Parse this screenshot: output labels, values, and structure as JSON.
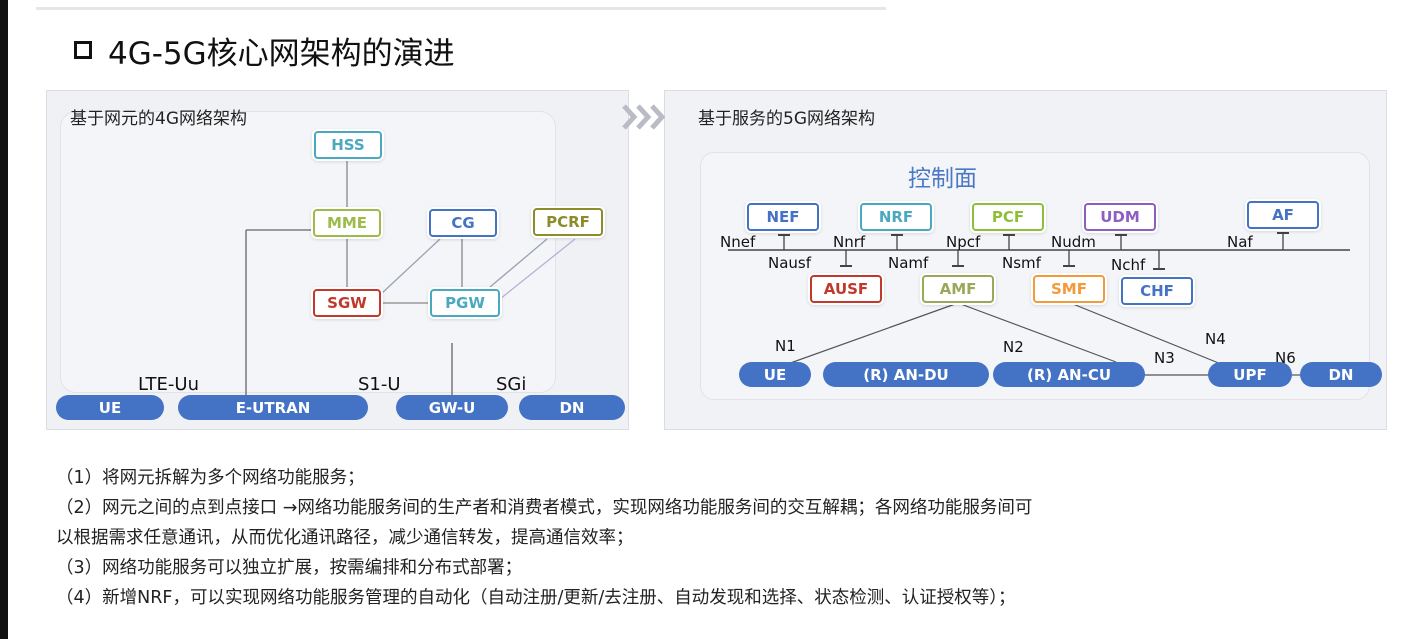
{
  "slide": {
    "title": "4G-5G核心网架构的演进"
  },
  "left_panel": {
    "title": "基于网元的4G网络架构",
    "nodes": {
      "hss": "HSS",
      "mme": "MME",
      "cg": "CG",
      "pcrf": "PCRF",
      "sgw": "SGW",
      "pgw": "PGW"
    },
    "bus": {
      "ue": "UE",
      "eutran": "E-UTRAN",
      "gwu": "GW-U",
      "dn": "DN"
    },
    "interfaces": {
      "lte_uu": "LTE-Uu",
      "s1_u": "S1-U",
      "sgi": "SGi"
    }
  },
  "right_panel": {
    "title": "基于服务的5G网络架构",
    "control_plane": "控制面",
    "nodes": {
      "nef": "NEF",
      "nrf": "NRF",
      "pcf": "PCF",
      "udm": "UDM",
      "af": "AF",
      "ausf": "AUSF",
      "amf": "AMF",
      "smf": "SMF",
      "chf": "CHF"
    },
    "service_interfaces": {
      "nnef": "Nnef",
      "nnrf": "Nnrf",
      "npcf": "Npcf",
      "nudm": "Nudm",
      "naf": "Naf",
      "nausf": "Nausf",
      "namf": "Namf",
      "nsmf": "Nsmf",
      "nchf": "Nchf"
    },
    "bus": {
      "ue": "UE",
      "an_du": "(R)  AN-DU",
      "an_cu": "(R)  AN-CU",
      "upf": "UPF",
      "dn": "DN"
    },
    "ref_points": {
      "n1": "N1",
      "n2": "N2",
      "n3": "N3",
      "n4": "N4",
      "n6": "N6"
    }
  },
  "notes": [
    "（1）将网元拆解为多个网络功能服务；",
    "（2）网元之间的点到点接口 →网络功能服务间的生产者和消费者模式，实现网络功能服务间的交互解耦；各网络功能服务间可",
    "以根据需求任意通讯，从而优化通讯路径，减少通信转发，提高通信效率；",
    "（3）网络功能服务可以独立扩展，按需编排和分布式部署；",
    "（4）新增NRF，可以实现网络功能服务管理的自动化（自动注册/更新/去注册、自动发现和选择、状态检测、认证授权等）；"
  ],
  "colors": {
    "bus_blue": "#4472c4",
    "hss": "#4aa8c0",
    "mme": "#9cbb4a",
    "cg": "#4472c4",
    "pcrf": "#8c8c2a",
    "sgw": "#c0392b",
    "pgw": "#4aa8c0",
    "nef": "#4472c4",
    "nrf": "#4aa8c0",
    "pcf": "#8fbf3a",
    "udm": "#8e5ec0",
    "af": "#4472c4",
    "ausf": "#c0392b",
    "amf": "#9aa858",
    "smf": "#f39a3a",
    "chf": "#4472c4",
    "control_title": "#4a78c4"
  }
}
